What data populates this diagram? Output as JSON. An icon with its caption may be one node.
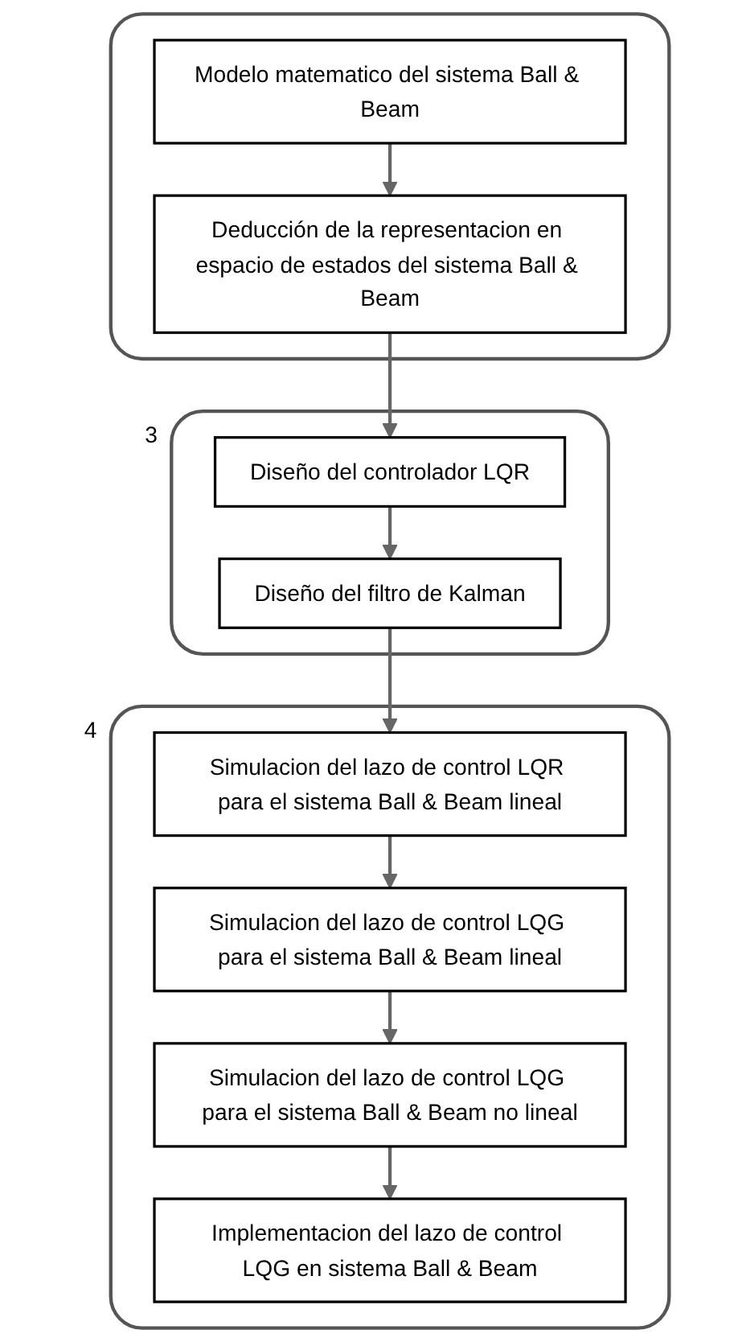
{
  "diagram": {
    "nodes": [
      {
        "text": [],
        "shape": "box"
      },
      {
        "text": [
          "Modelo matematico del sistema Ball & Beam"
        ],
        "in": 0
      },
      {
        "text": [
          "Deducción de la representacion en espacio de estados del sistema Ball & Beam"
        ],
        "in": 0
      },
      {
        "text": [
          "3"
        ]
      },
      {
        "text": [
          "Diseño del controlador LQR"
        ],
        "in": 3
      },
      {
        "text": [
          "Diseño del filtro de Kalman"
        ],
        "in": 3
      },
      {
        "text": [
          "4"
        ]
      },
      {
        "text": [
          "Simulacion del lazo de control LQR para el sistema Ball & Beam lineal"
        ],
        "in": 6
      },
      {
        "text": [
          "Simulacion del lazo de control LQG para el sistema Ball & Beam lineal"
        ],
        "in": 6
      },
      {
        "text": [
          "Simulacion del lazo de control LQG para el sistema Ball & Beam no lineal"
        ],
        "in": 6
      },
      {
        "text": [
          "Implementacion del lazo de control LQG en sistema Ball & Beam"
        ],
        "in": 6
      }
    ],
    "edges": [
      {
        "from": 1,
        "to": 2,
        "arrow": "to"
      },
      {
        "from": 2,
        "to": 4,
        "arrow": "to"
      },
      {
        "from": 4,
        "to": 5,
        "arrow": "to"
      },
      {
        "from": 5,
        "to": 7,
        "arrow": "to"
      },
      {
        "from": 7,
        "to": 8,
        "arrow": "to"
      },
      {
        "from": 8,
        "to": 9,
        "arrow": "to"
      },
      {
        "from": 9,
        "to": 10,
        "arrow": "to"
      }
    ]
  }
}
